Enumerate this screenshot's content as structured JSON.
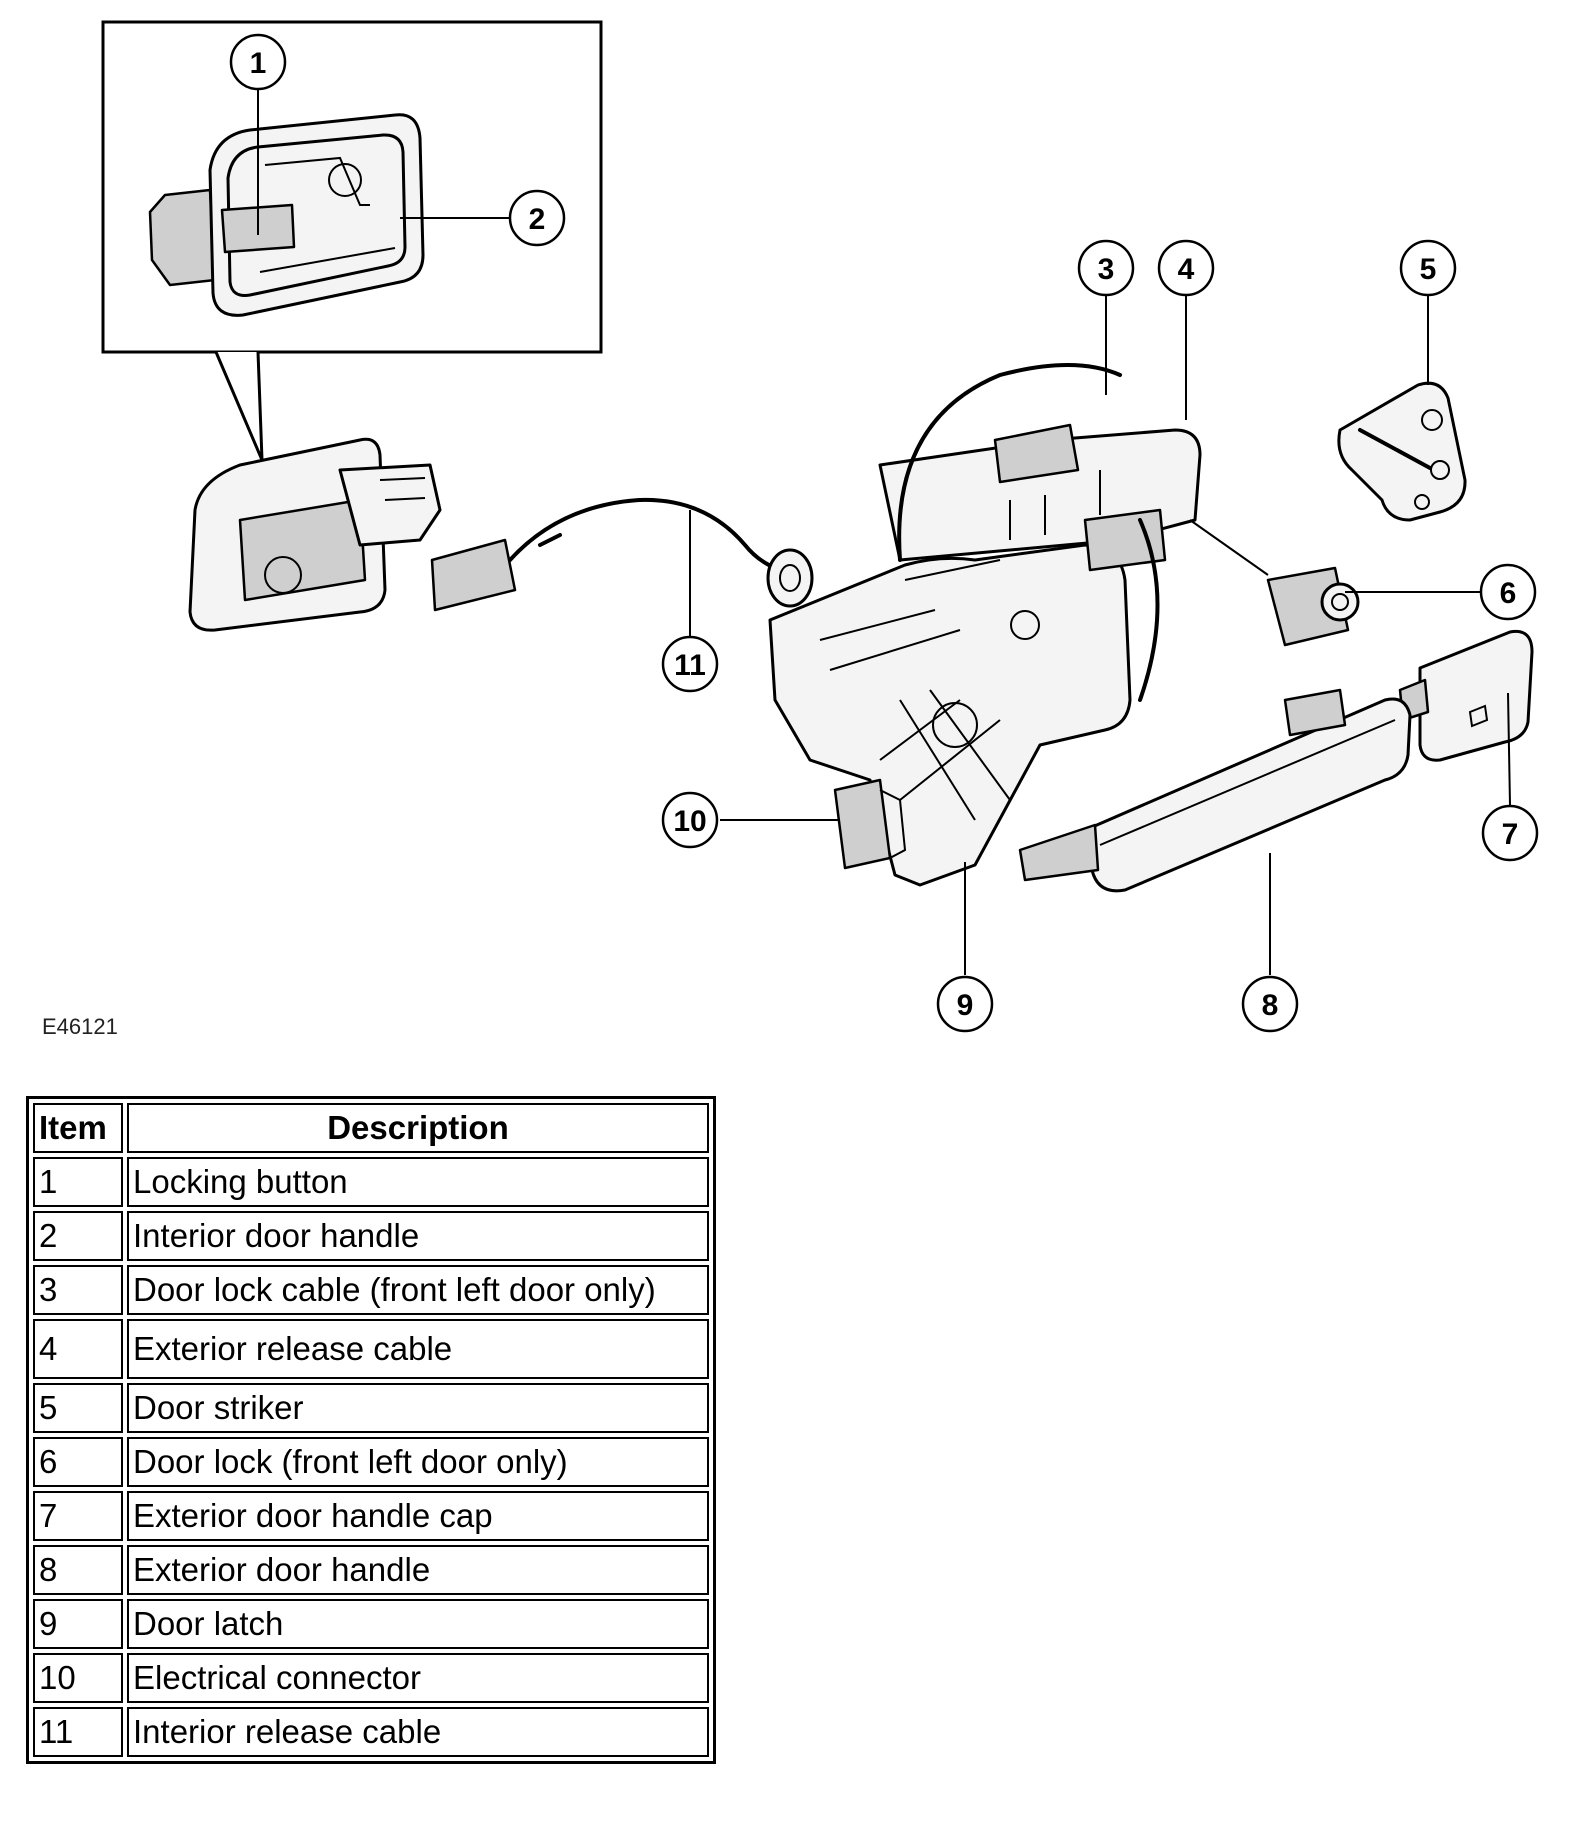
{
  "figure_id": "E46121",
  "callouts": [
    "1",
    "2",
    "3",
    "4",
    "5",
    "6",
    "7",
    "8",
    "9",
    "10",
    "11"
  ],
  "table": {
    "headers": {
      "item": "Item",
      "description": "Description"
    },
    "rows": [
      {
        "item": "1",
        "description": "Locking button"
      },
      {
        "item": "2",
        "description": "Interior door handle"
      },
      {
        "item": "3",
        "description": "Door lock cable (front left door only)"
      },
      {
        "item": "4",
        "description": "Exterior release cable"
      },
      {
        "item": "5",
        "description": "Door striker"
      },
      {
        "item": "6",
        "description": "Door lock (front left door only)"
      },
      {
        "item": "7",
        "description": "Exterior door handle cap"
      },
      {
        "item": "8",
        "description": "Exterior door handle"
      },
      {
        "item": "9",
        "description": "Door latch"
      },
      {
        "item": "10",
        "description": "Electrical connector"
      },
      {
        "item": "11",
        "description": "Interior release cable"
      }
    ]
  }
}
